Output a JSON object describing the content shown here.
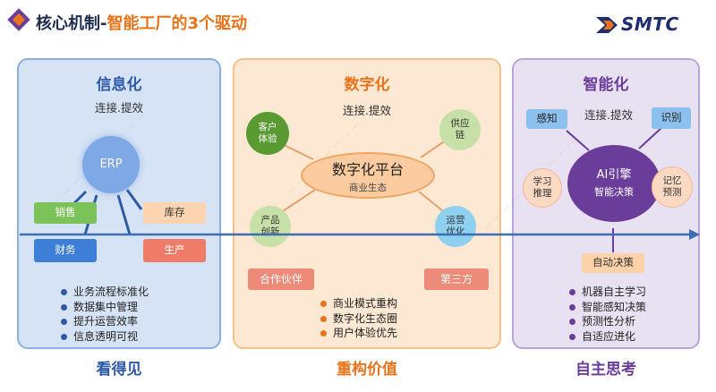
{
  "header": {
    "title_prefix": "核心机制-",
    "title_accent": "智能工厂的3个驱动",
    "logo": "SMTC"
  },
  "colors": {
    "blue": "#2e5aa8",
    "orange": "#e8731a",
    "purple": "#6a3d9a",
    "green": "#5a9a32",
    "salmon": "#e07060",
    "arrow": "#3d6fb0"
  },
  "panels": {
    "info": {
      "title": "信息化",
      "subtitle": "连接.提效",
      "center": "ERP",
      "chips": {
        "sales": "销售",
        "finance": "财务",
        "inventory": "库存",
        "production": "生产"
      },
      "bullets": [
        "业务流程标准化",
        "数据集中管理",
        "提升运营效率",
        "信息透明可视"
      ],
      "footer": "看得见"
    },
    "digital": {
      "title": "数字化",
      "subtitle": "连接.提效",
      "center_title": "数字化平台",
      "center_sub": "商业生态",
      "nodes": {
        "customer": "客户\n体验",
        "supply": "供应\n链",
        "product": "产品\n创新",
        "operation": "运营\n优化"
      },
      "partner": "合作伙伴",
      "third": "第三方",
      "bullets": [
        "商业模式重构",
        "数字化生态圈",
        "用户体验优先"
      ],
      "footer": "重构价值"
    },
    "smart": {
      "title": "智能化",
      "subtitle": "连接.提效",
      "perception": "感知",
      "recognition": "识别",
      "learning": "学习\n推理",
      "memory": "记忆\n预测",
      "engine_title": "AI引擎",
      "engine_sub": "智能决策",
      "auto": "自动决策",
      "bullets": [
        "机器自主学习",
        "智能感知决策",
        "预测性分析",
        "自适应进化"
      ],
      "footer": "自主思考"
    }
  }
}
